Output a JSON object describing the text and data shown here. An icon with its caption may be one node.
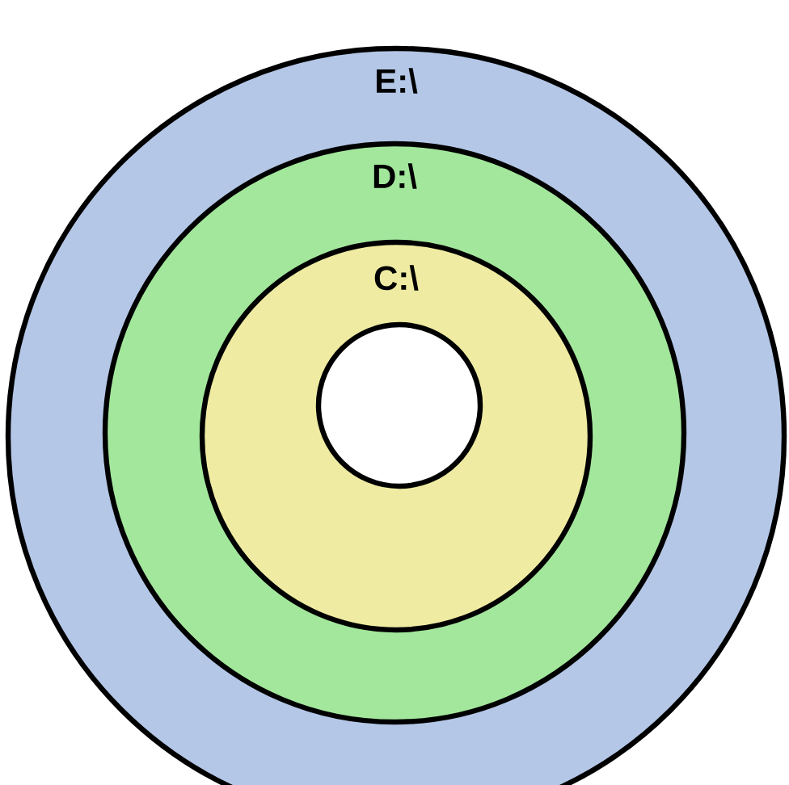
{
  "diagram": {
    "nodes": [
      {
        "text": [
          "E:\\"
        ]
      },
      {
        "text": [
          "D:\\"
        ],
        "in": 0
      },
      {
        "text": [
          "C:\\"
        ],
        "in": 1
      },
      {
        "text": [],
        "shape": "circle",
        "in": 2
      }
    ]
  }
}
